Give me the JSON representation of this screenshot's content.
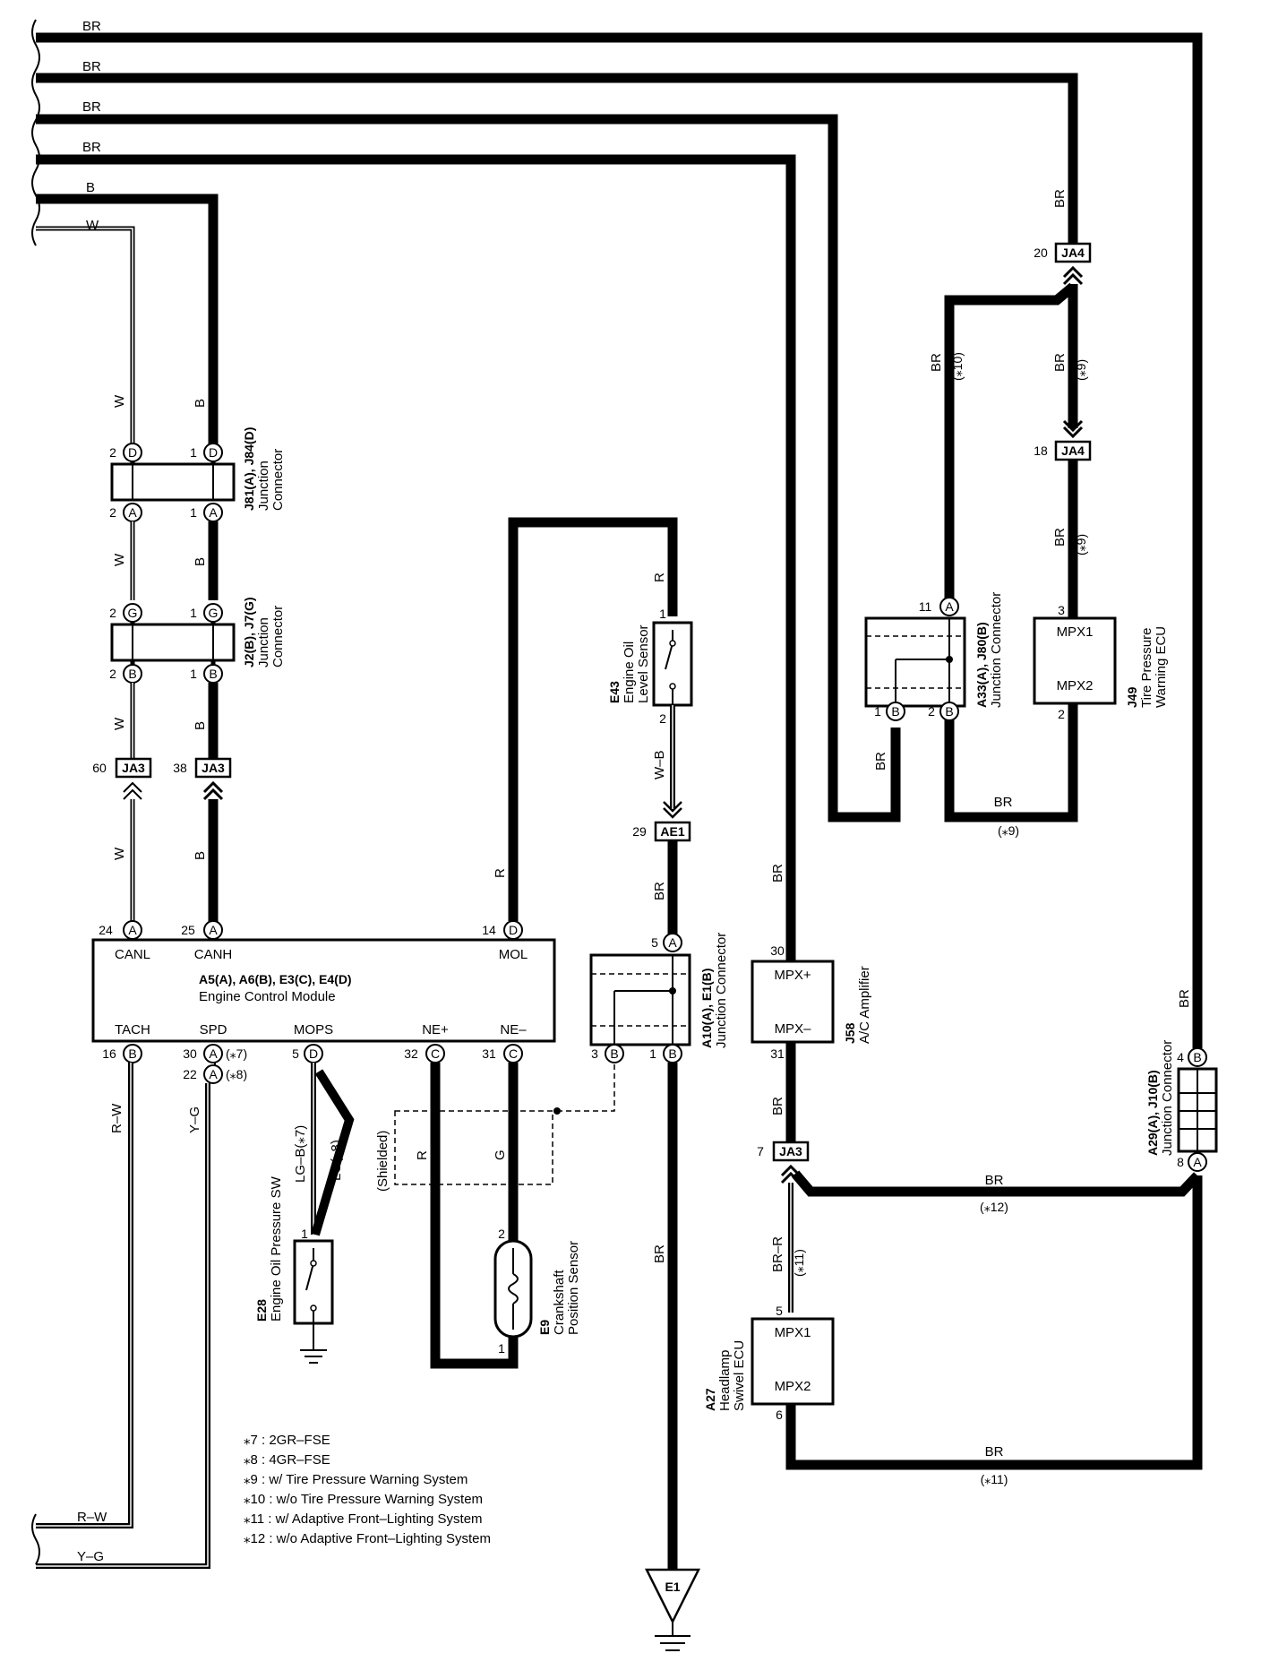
{
  "colors": {
    "wire": "#000000",
    "background": "#ffffff"
  },
  "wire_colors": {
    "br": "BR",
    "b": "B",
    "w": "W",
    "r": "R",
    "g": "G",
    "wb": "W–B",
    "rw": "R–W",
    "yg": "Y–G",
    "brr": "BR–R",
    "lgb": "LG–B(⁎7)",
    "lg8": "LG(⁎8)",
    "shielded": "(Shielded)"
  },
  "ecm": {
    "id": "A5(A), A6(B), E3(C), E4(D)",
    "name": "Engine Control Module",
    "terminals": {
      "canl": "CANL",
      "canh": "CANH",
      "mol": "MOL",
      "tach": "TACH",
      "spd": "SPD",
      "mops": "MOPS",
      "nep": "NE+",
      "nem": "NE–"
    },
    "pins": {
      "canl": "24",
      "canh": "25",
      "mol": "14",
      "tach": "16",
      "spd7": "30",
      "spd8": "22",
      "mops": "5",
      "nep": "32",
      "nem": "31"
    },
    "connectors": {
      "a": "A",
      "b": "B",
      "c": "C",
      "d": "D"
    }
  },
  "jc1": {
    "id": "J81(A), J84(D)",
    "name1": "Junction",
    "name2": "Connector",
    "pin1": "1",
    "pin2": "2",
    "top": "D",
    "bottom": "A"
  },
  "jc2": {
    "id": "J2(B), J7(G)",
    "name1": "Junction",
    "name2": "Connector",
    "pin1": "1",
    "pin2": "2",
    "top": "G",
    "bottom": "B"
  },
  "ja3": {
    "label": "JA3",
    "pin_w": "60",
    "pin_b": "38",
    "pin_7": "7"
  },
  "ja4": {
    "label": "JA4",
    "pin_top": "20",
    "pin_bottom": "18"
  },
  "ae1": {
    "label": "AE1",
    "pin": "29"
  },
  "e43": {
    "id": "E43",
    "name1": "Engine Oil",
    "name2": "Level Sensor",
    "pin1": "1",
    "pin2": "2"
  },
  "a10": {
    "id": "A10(A), E1(B)",
    "name": "Junction Connector",
    "pin5": "5",
    "pin3": "3",
    "pin1": "1",
    "cA": "A",
    "cB": "B"
  },
  "a33": {
    "id": "A33(A), J80(B)",
    "name": "Junction Connector",
    "pin11": "11",
    "pin1": "1",
    "pin2": "2",
    "cA": "A",
    "cB": "B"
  },
  "j49": {
    "id": "J49",
    "name1": "Tire Pressure",
    "name2": "Warning ECU",
    "t1": "MPX1",
    "t2": "MPX2",
    "pin3": "3",
    "pin2": "2"
  },
  "j58": {
    "id": "J58",
    "name": "A/C Amplifier",
    "t1": "MPX+",
    "t2": "MPX–",
    "pin30": "30",
    "pin31": "31"
  },
  "a29": {
    "id": "A29(A), J10(B)",
    "name": "Junction Connector",
    "pin4": "4",
    "pin8": "8",
    "cA": "A",
    "cB": "B"
  },
  "a27": {
    "id": "A27",
    "name1": "Headlamp",
    "name2": "Swivel ECU",
    "t1": "MPX1",
    "t2": "MPX2",
    "pin5": "5",
    "pin6": "6"
  },
  "e28": {
    "id": "E28",
    "name": "Engine Oil Pressure SW",
    "pin1": "1"
  },
  "e9": {
    "id": "E9",
    "name1": "Crankshaft",
    "name2": "Position Sensor",
    "pin1": "1",
    "pin2": "2"
  },
  "e1": {
    "label": "E1"
  },
  "notes": {
    "n7": "⁎7 : 2GR–FSE",
    "n8": "⁎8 : 4GR–FSE",
    "n9": "⁎9 : w/ Tire Pressure Warning System",
    "n10": "⁎10 : w/o Tire Pressure Warning System",
    "n11": "⁎11 : w/ Adaptive Front–Lighting System",
    "n12": "⁎12 : w/o Adaptive Front–Lighting System"
  },
  "markers": {
    "m7": "(⁎7)",
    "m8": "(⁎8)",
    "m9": "(⁎9)",
    "m10": "(⁎10)",
    "m11": "(⁎11)",
    "m12": "(⁎12)"
  }
}
